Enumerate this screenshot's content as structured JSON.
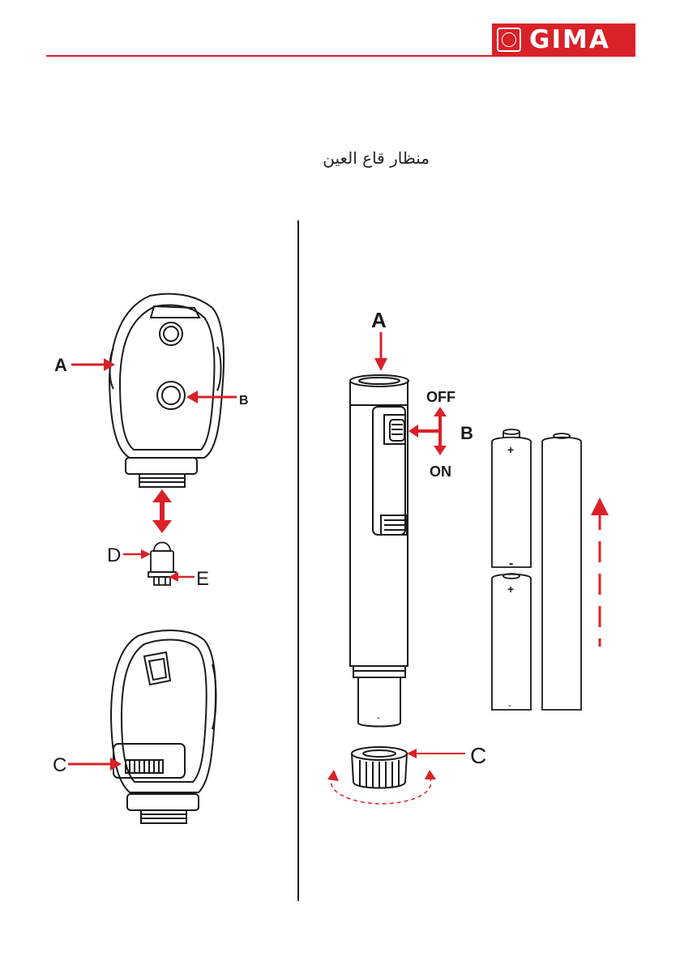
{
  "header": {
    "brand": "GIMA",
    "accent_color": "#d92128"
  },
  "title": {
    "arabic": "منظار قاع العين"
  },
  "left_figure": {
    "labels": {
      "a": "A",
      "b": "B",
      "c": "C",
      "d": "D",
      "e": "E"
    }
  },
  "right_figure": {
    "labels": {
      "a": "A",
      "b": "B",
      "c": "C",
      "off": "OFF",
      "on": "ON",
      "plus_1": "+",
      "minus_1": "-",
      "plus_2": "+",
      "minus_2": "-",
      "minus_handle": "-"
    }
  },
  "icons": [
    "gima-logo-icon",
    "arrow-icon",
    "rotate-arrow-icon"
  ]
}
